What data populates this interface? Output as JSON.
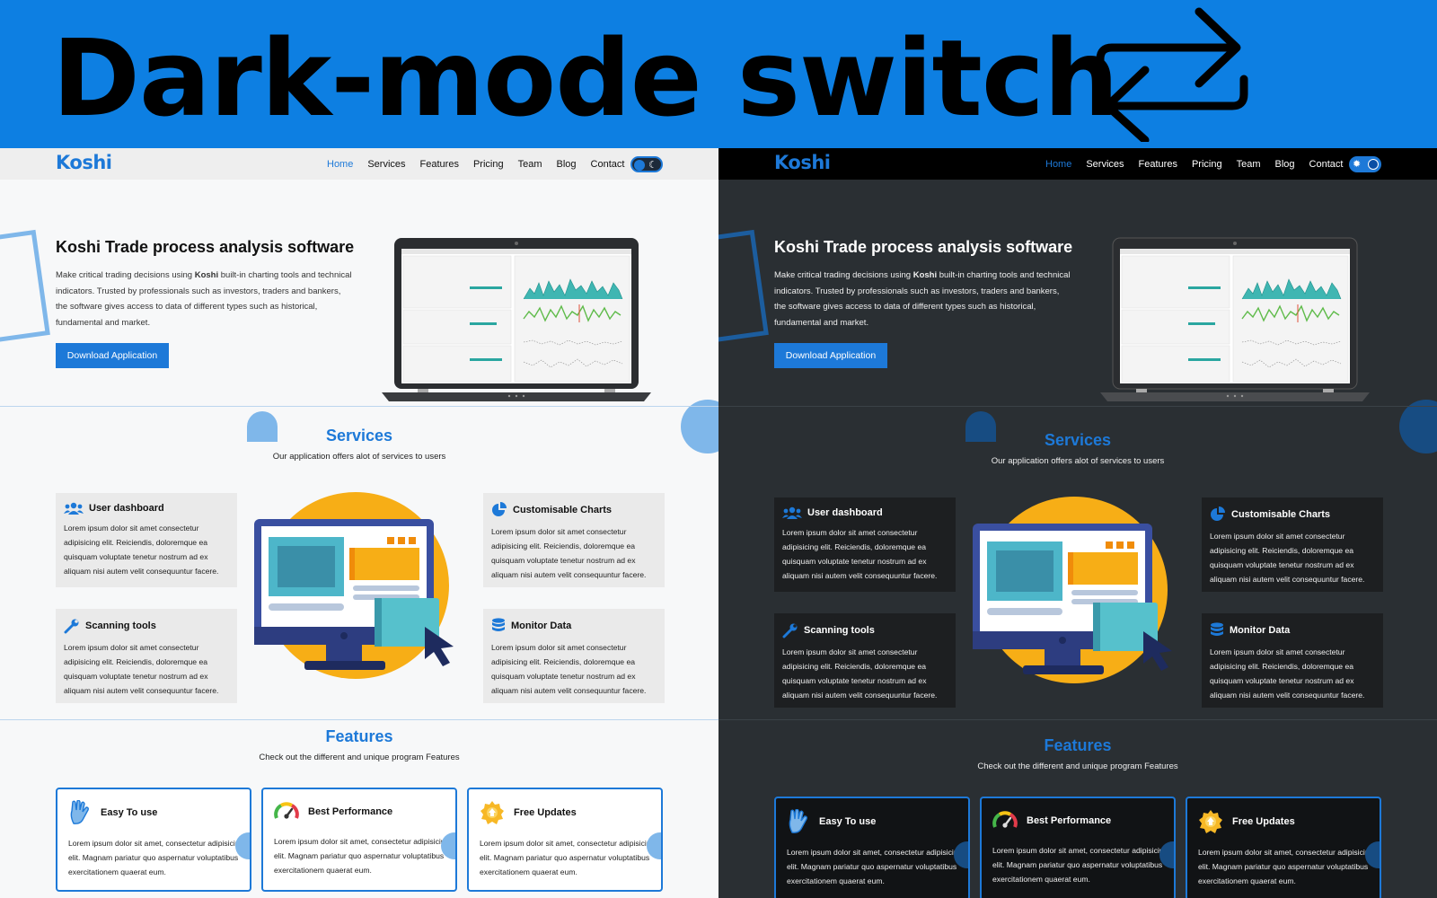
{
  "banner": {
    "title": "Dark-mode switch",
    "icon": "swap-arrows-icon",
    "background": "#0d7fe2"
  },
  "site": {
    "logo": "Koshi",
    "accent": "#1d79d8",
    "nav": [
      "Home",
      "Services",
      "Features",
      "Pricing",
      "Team",
      "Blog",
      "Contact"
    ],
    "active_nav": "Home"
  },
  "hero": {
    "title": "Koshi Trade process analysis software",
    "text_before": "Make critical trading decisions using ",
    "text_bold": "Koshi",
    "text_after": " built-in charting tools and technical indicators. Trusted by professionals such as investors, traders and bankers, the software gives access to data of different types such as historical, fundamental and market.",
    "button": "Download Application"
  },
  "services": {
    "title": "Services",
    "subtitle": "Our application offers alot of services to users",
    "items": [
      {
        "title": "User dashboard",
        "icon": "users-icon",
        "text": "Lorem ipsum dolor sit amet consectetur adipisicing elit. Reiciendis, doloremque ea quisquam voluptate tenetur nostrum ad ex aliquam nisi autem velit consequuntur facere."
      },
      {
        "title": "Customisable Charts",
        "icon": "pie-chart-icon",
        "text": "Lorem ipsum dolor sit amet consectetur adipisicing elit. Reiciendis, doloremque ea quisquam voluptate tenetur nostrum ad ex aliquam nisi autem velit consequuntur facere."
      },
      {
        "title": "Scanning tools",
        "icon": "wrench-icon",
        "text": "Lorem ipsum dolor sit amet consectetur adipisicing elit. Reiciendis, doloremque ea quisquam voluptate tenetur nostrum ad ex aliquam nisi autem velit consequuntur facere."
      },
      {
        "title": "Monitor Data",
        "icon": "database-icon",
        "text": "Lorem ipsum dolor sit amet consectetur adipisicing elit. Reiciendis, doloremque ea quisquam voluptate tenetur nostrum ad ex aliquam nisi autem velit consequuntur facere."
      }
    ]
  },
  "features": {
    "title": "Features",
    "subtitle": "Check out the different and unique program Features",
    "items": [
      {
        "title": "Easy To use",
        "icon": "hand-icon",
        "text": "Lorem ipsum dolor sit amet, consectetur adipisicing elit. Magnam pariatur quo aspernatur voluptatibus exercitationem quaerat eum."
      },
      {
        "title": "Best Performance",
        "icon": "gauge-icon",
        "text": "Lorem ipsum dolor sit amet, consectetur adipisicing elit. Magnam pariatur quo aspernatur voluptatibus exercitationem quaerat eum."
      },
      {
        "title": "Free Updates",
        "icon": "update-badge-icon",
        "text": "Lorem ipsum dolor sit amet, consectetur adipisicing elit. Magnam pariatur quo aspernatur voluptatibus exercitationem quaerat eum."
      }
    ]
  },
  "themes": {
    "light": {
      "background": "#f7f8f9",
      "nav": "#eeeeee",
      "card": "#eaeaea",
      "toggle_symbol": "moon-icon"
    },
    "dark": {
      "background": "#2a2f33",
      "nav": "#000000",
      "card": "#1d1f21",
      "toggle_symbol": "sun-icon"
    }
  }
}
